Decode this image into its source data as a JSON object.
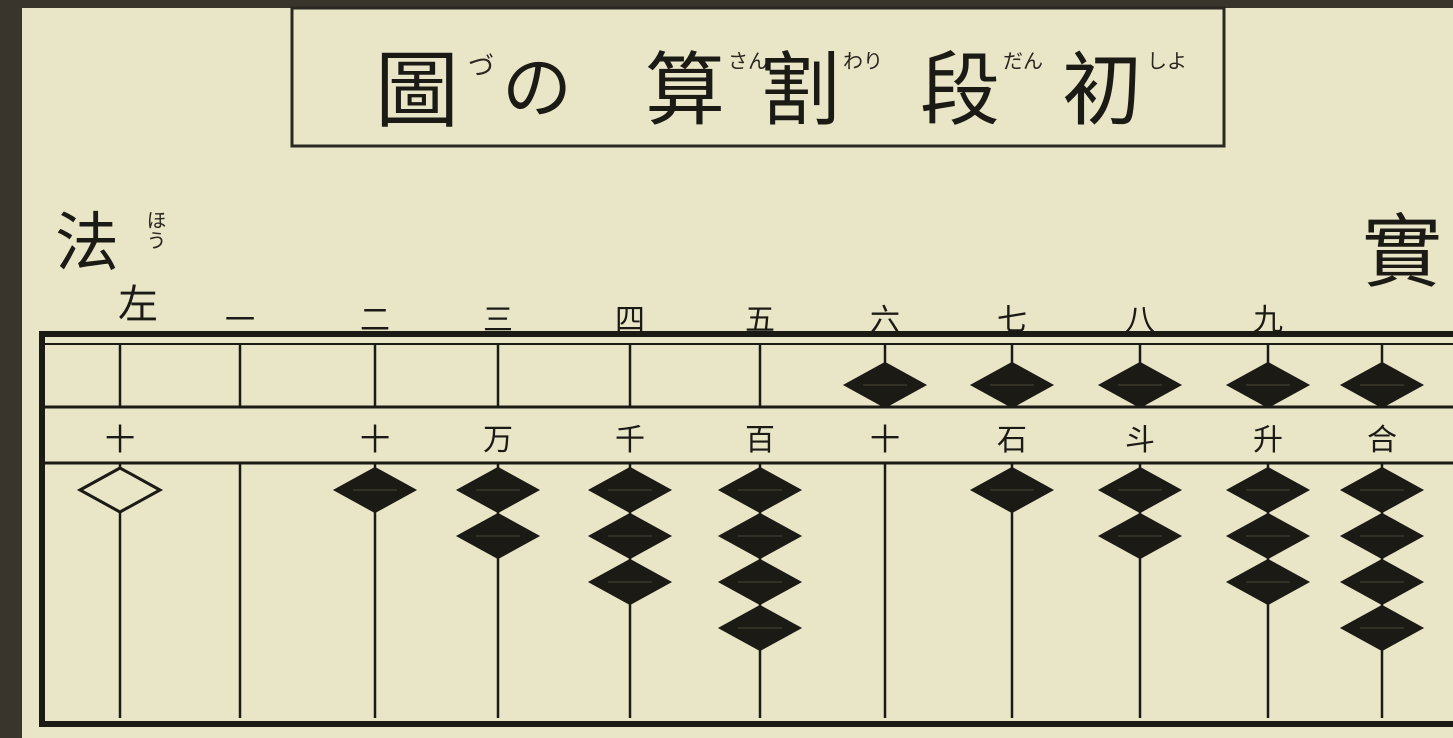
{
  "title": {
    "main": "圖",
    "ruby_zu": "づ",
    "particle": "の",
    "kanji_san": "算",
    "ruby_san": "さん",
    "kanji_wari": "割",
    "ruby_wari": "わり",
    "kanji_dan": "段",
    "ruby_dan": "だん",
    "kanji_sho": "初",
    "ruby_sho": "しよ"
  },
  "left_label": {
    "kanji": "法",
    "ruby": "ほう",
    "sub": "左"
  },
  "right_label": {
    "kanji": "實"
  },
  "column_numbers": [
    "一",
    "二",
    "三",
    "四",
    "五",
    "六",
    "七",
    "八",
    "九"
  ],
  "unit_row": [
    "十",
    "",
    "十",
    "万",
    "千",
    "百",
    "十",
    "石",
    "斗",
    "升",
    "合"
  ],
  "colors": {
    "paper": "#e9e6c8",
    "ink": "#1c1a15",
    "frame": "#2b2822"
  },
  "abacus": {
    "rods": [
      {
        "upper": 0,
        "lower": 1,
        "hollow": true
      },
      {
        "upper": 0,
        "lower": 0,
        "hollow": false
      },
      {
        "upper": 0,
        "lower": 1,
        "hollow": false
      },
      {
        "upper": 0,
        "lower": 2,
        "hollow": false
      },
      {
        "upper": 0,
        "lower": 3,
        "hollow": false
      },
      {
        "upper": 0,
        "lower": 4,
        "hollow": false
      },
      {
        "upper": 1,
        "lower": 0,
        "hollow": false
      },
      {
        "upper": 1,
        "lower": 1,
        "hollow": false
      },
      {
        "upper": 1,
        "lower": 2,
        "hollow": false
      },
      {
        "upper": 1,
        "lower": 3,
        "hollow": false
      },
      {
        "upper": 1,
        "lower": 4,
        "hollow": false
      }
    ]
  }
}
